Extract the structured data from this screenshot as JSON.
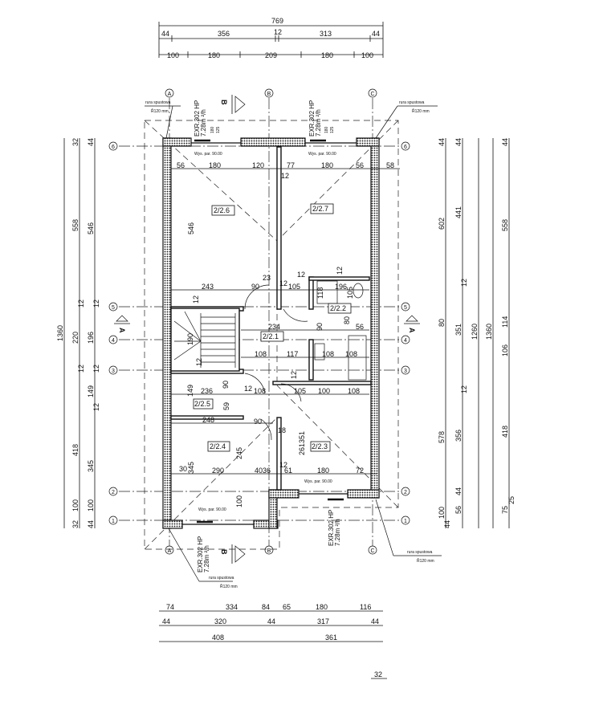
{
  "top_dims": {
    "overall": "769",
    "row2": [
      "44",
      "356",
      "12",
      "313",
      "44"
    ],
    "row3": [
      "100",
      "180",
      "209",
      "180",
      "100"
    ]
  },
  "bottom_dims": {
    "row1": [
      "74",
      "334",
      "84",
      "65",
      "180",
      "116"
    ],
    "row2": [
      "44",
      "320",
      "44",
      "317",
      "44"
    ],
    "row3": [
      "408",
      "361"
    ],
    "corner": "32"
  },
  "left_dims": {
    "overall": "1360",
    "col2": [
      "32",
      "558",
      "12",
      "220",
      "12",
      "418",
      "100",
      "32"
    ],
    "col3": [
      "44",
      "546",
      "12",
      "196",
      "12",
      "149",
      "12",
      "345",
      "100",
      "44"
    ]
  },
  "right_dims": {
    "col1": [
      "44",
      "602",
      "80",
      "578",
      "100",
      "44"
    ],
    "col2": [
      "44",
      "441",
      "12",
      "351",
      "12",
      "356",
      "44",
      "56"
    ],
    "col3": [
      "1260"
    ],
    "col4": [
      "1360"
    ],
    "col5": [
      "44",
      "558",
      "114",
      "106",
      "418",
      "75",
      "25"
    ]
  },
  "grid_axes": {
    "columns": [
      "A",
      "B",
      "C"
    ],
    "rows": [
      "6",
      "5",
      "4",
      "3",
      "2",
      "1"
    ]
  },
  "sections": {
    "b": "B",
    "a": "A"
  },
  "rooms": [
    "2/2.6",
    "2/2.7",
    "2/2.2",
    "2/2.1",
    "2/2.5",
    "2/2.4",
    "2/2.3"
  ],
  "interior_dims": {
    "top_row": [
      "56",
      "180",
      "120",
      "12",
      "77",
      "180",
      "56",
      "58"
    ],
    "room6_height": "546",
    "row_a": [
      "243",
      "90",
      "23",
      "12",
      "105",
      "12",
      "196",
      "105",
      "118",
      "12",
      "12"
    ],
    "row_b": [
      "234",
      "90",
      "80",
      "56",
      "190"
    ],
    "row_c": [
      "108",
      "117",
      "108",
      "108",
      "12",
      "12"
    ],
    "row_d": [
      "236",
      "108",
      "105",
      "100",
      "108",
      "149",
      "90",
      "59",
      "12"
    ],
    "row_e": [
      "248",
      "90",
      "245",
      "261351",
      "18"
    ],
    "row_f": [
      "30",
      "345",
      "290",
      "40",
      "36",
      "12",
      "61",
      "180",
      "72",
      "100"
    ]
  },
  "window_labels": {
    "sill": "Wys. par. 90.00",
    "type": "EXR.302 HP",
    "area": "7.28m ²/h",
    "sizes": [
      "180",
      "125"
    ]
  },
  "downpipe": {
    "label": "rura spustowa",
    "size": "Ř120 mm"
  }
}
